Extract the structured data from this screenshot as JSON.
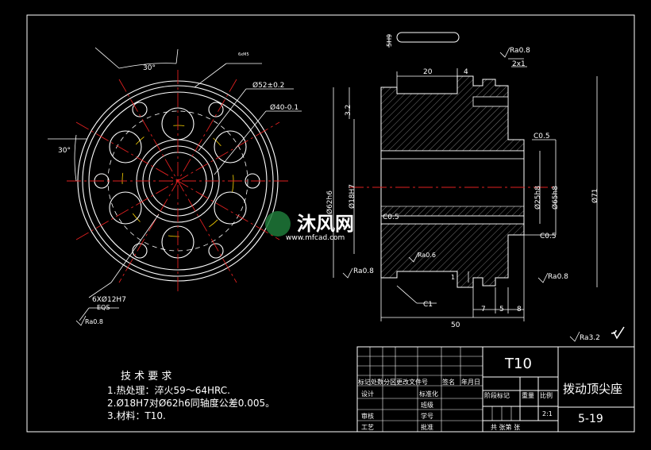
{
  "front_view": {
    "angle_top": "30°",
    "angle_left": "30°",
    "dia_52": "Ø52±0.2",
    "dia_40": "Ø40-0.1",
    "note_small": "6xM5",
    "holes_note": "6XØ12H7",
    "eqs": "EQS",
    "ra_holes": "Ra0.8"
  },
  "section_view": {
    "slot_width": "5H9",
    "ra_top": "Ra0.8",
    "dim_2x1": "2x1",
    "dim_20": "20",
    "dim_4": "4",
    "dim_3_2": "3.2",
    "chamfer_top": "C0.5",
    "dia_62": "Ø62h6",
    "dia_18": "Ø18H7",
    "dia_25": "Ø25h8",
    "dia_65": "Ø65h8",
    "dia_71": "Ø71",
    "chamfer_mid": "C0.5",
    "chamfer_right": "C0.5",
    "ra_bore": "Ra0.6",
    "ra_left": "Ra0.8",
    "ra_right": "Ra0.8",
    "chamfer_bottom": "C1",
    "dim_7": "7",
    "dim_5": "5",
    "dim_8": "8",
    "dim_50": "50",
    "dim_1": "1"
  },
  "roughness_default": "Ra3.2",
  "watermark": {
    "brand": "沐风网",
    "url": "www.mfcad.com"
  },
  "tech_requirements": {
    "title": "技 术 要 求",
    "lines": [
      "1.热处理：淬火59～64HRC.",
      "2.Ø18H7对Ø62h6同轴度公差0.005。",
      "3.材料：T10."
    ]
  },
  "title_block": {
    "material": "T10",
    "part_name": "拨动顶尖座",
    "drawing_number": "5-19",
    "scale_value": "2:1",
    "header_cells": [
      "标记",
      "处数",
      "分区",
      "更改文件号",
      "签名",
      "年月日"
    ],
    "design": "设计",
    "standardize": "标准化",
    "review": "审核",
    "craft": "工艺",
    "approve": "批准",
    "stage_mark": "阶段标记",
    "weight": "重量",
    "scale": "比例",
    "sheet_info": "共 张第 张",
    "class_label": "班级",
    "student_id": "学号"
  }
}
